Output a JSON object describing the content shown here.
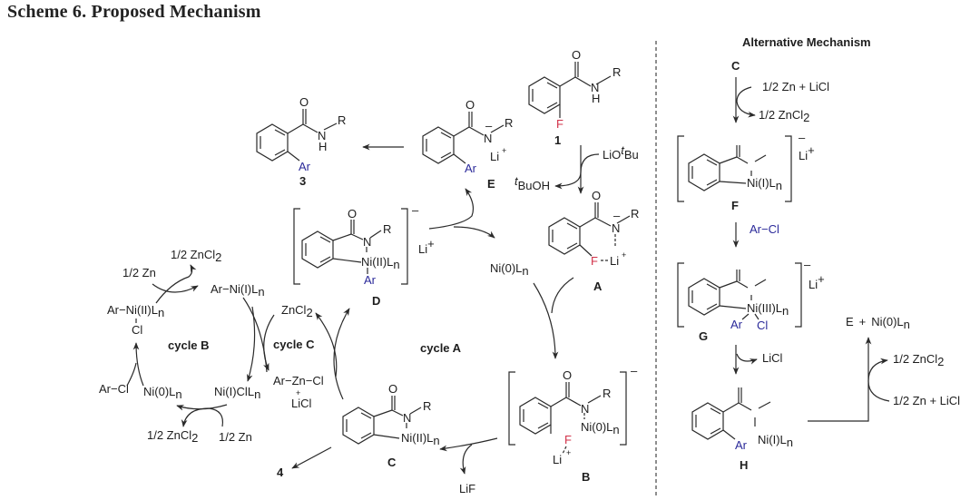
{
  "title": "Scheme 6. Proposed Mechanism",
  "alternative": {
    "heading": "Alternative Mechanism",
    "start_label": "C",
    "step1_reagent": "1/2 Zn + LiCl",
    "step1_product": "1/2 ZnCl",
    "step1_product_sub": "2",
    "F": {
      "label": "F",
      "ni": "Ni(I)L",
      "ni_sub": "n",
      "counter": "Li",
      "charge": "–",
      "counter_charge": "+"
    },
    "step2_reagent": "Ar−Cl",
    "G": {
      "label": "G",
      "ni": "Ni(III)L",
      "ni_sub": "n",
      "ar": "Ar",
      "cl": "Cl",
      "counter": "Li",
      "charge": "–",
      "counter_charge": "+"
    },
    "step3_product": "LiCl",
    "H": {
      "label": "H",
      "ni": "Ni(I)L",
      "ni_sub": "n",
      "ar": "Ar"
    },
    "final_E": "E",
    "final_plus": "+",
    "final_ni": "Ni(0)L",
    "final_ni_sub": "n",
    "step4_product": "1/2 ZnCl",
    "step4_product_sub": "2",
    "step4_reagent": "1/2 Zn + LiCl"
  },
  "main": {
    "compound1": {
      "label": "1",
      "O": "O",
      "N": "N",
      "H": "H",
      "R": "R",
      "F": "F"
    },
    "base": "LiO",
    "base_sup": "t",
    "base_tail": "Bu",
    "byproduct_pre": "t",
    "byproduct": "BuOH",
    "A": {
      "label": "A",
      "O": "O",
      "N": "N",
      "R": "R",
      "F": "F",
      "Li": "Li",
      "charge": "–",
      "li_charge": "+"
    },
    "B": {
      "label": "B",
      "O": "O",
      "N": "N",
      "R": "R",
      "F": "F",
      "Li": "Li",
      "ni": "Ni(0)L",
      "ni_sub": "n",
      "charge": "–",
      "li_charge": "+"
    },
    "C": {
      "label": "C",
      "O": "O",
      "N": "N",
      "R": "R",
      "ni": "Ni(II)L",
      "ni_sub": "n"
    },
    "LiF_li": "Li",
    "LiF_f": "F",
    "D": {
      "label": "D",
      "O": "O",
      "N": "N",
      "R": "R",
      "ni": "Ni(II)L",
      "ni_sub": "n",
      "ar": "Ar",
      "counter": "Li",
      "charge": "–",
      "counter_charge": "+"
    },
    "E": {
      "label": "E",
      "O": "O",
      "N": "N",
      "R": "R",
      "ar": "Ar",
      "Li": "Li",
      "charge": "–",
      "li_charge": "+"
    },
    "ni0": "Ni(0)L",
    "ni0_sub": "n",
    "product3": {
      "label": "3",
      "O": "O",
      "N": "N",
      "H": "H",
      "R": "R",
      "ar": "Ar"
    },
    "product4": "4",
    "cycle_A": "cycle A",
    "cycle_B": "cycle B",
    "cycle_C": "cycle C",
    "znCl2": "ZnCl",
    "znCl2_sub": "2",
    "ar_zn_cl": {
      "ar": "Ar",
      "rest": "−Zn−Cl",
      "plus": "+",
      "licl": "LiCl"
    },
    "ar_ni1": {
      "ar": "Ar",
      "rest": "−Ni(I)L",
      "sub": "n"
    },
    "ar_ni2": {
      "ar": "Ar",
      "rest": "−Ni(II)L",
      "sub": "n",
      "cl": "Cl"
    },
    "ni1cl": "Ni(I)ClL",
    "ni1cl_sub": "n",
    "ni0b": "Ni(0)L",
    "ni0b_sub": "n",
    "ar_cl": {
      "ar": "Ar",
      "rest": "−Cl"
    },
    "half_zn_top": "1/2 Zn",
    "half_zncl2_top": "1/2 ZnCl",
    "half_zncl2_top_sub": "2",
    "half_zn_bottom": "1/2 Zn",
    "half_zncl2_bottom": "1/2 ZnCl",
    "half_zncl2_bottom_sub": "2"
  }
}
